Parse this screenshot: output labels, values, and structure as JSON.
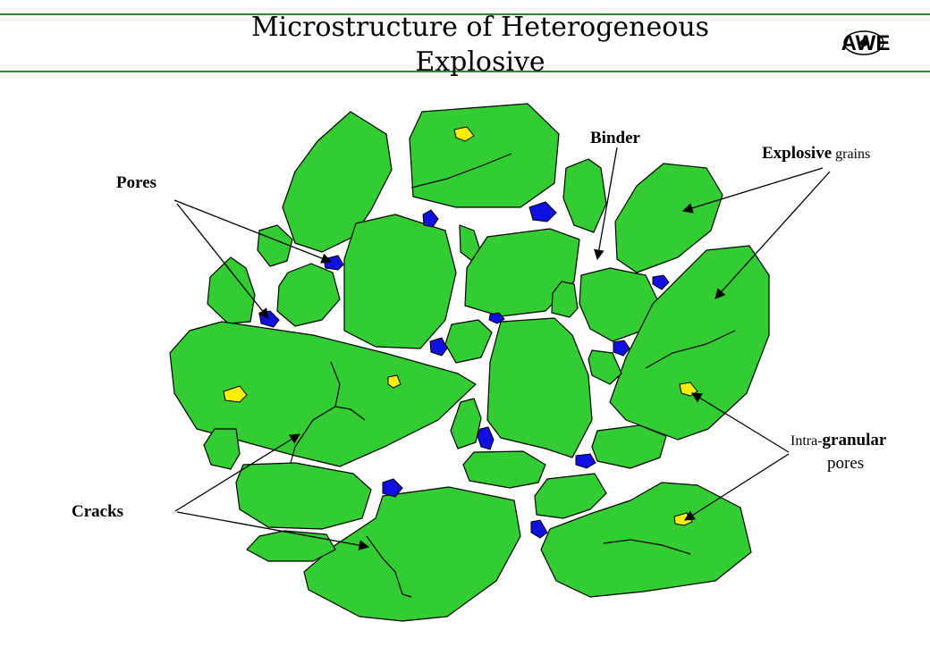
{
  "title": {
    "line1": "Microstructure of Heterogeneous",
    "line2": "Explosive"
  },
  "logo": {
    "text": "AWE"
  },
  "labels": {
    "binder": "Binder",
    "pores": "Pores",
    "explosive_bold": "Explosive",
    "explosive_rest": " grains",
    "intra_prefix": "Intra-",
    "intra_bold": "granular",
    "intra_line2": "pores",
    "cracks": "Cracks"
  },
  "colors": {
    "title_rule": "#2e8b2e",
    "grain": "#33cc33",
    "pore": "#1010e0",
    "intra_pore": "#ffee00"
  }
}
